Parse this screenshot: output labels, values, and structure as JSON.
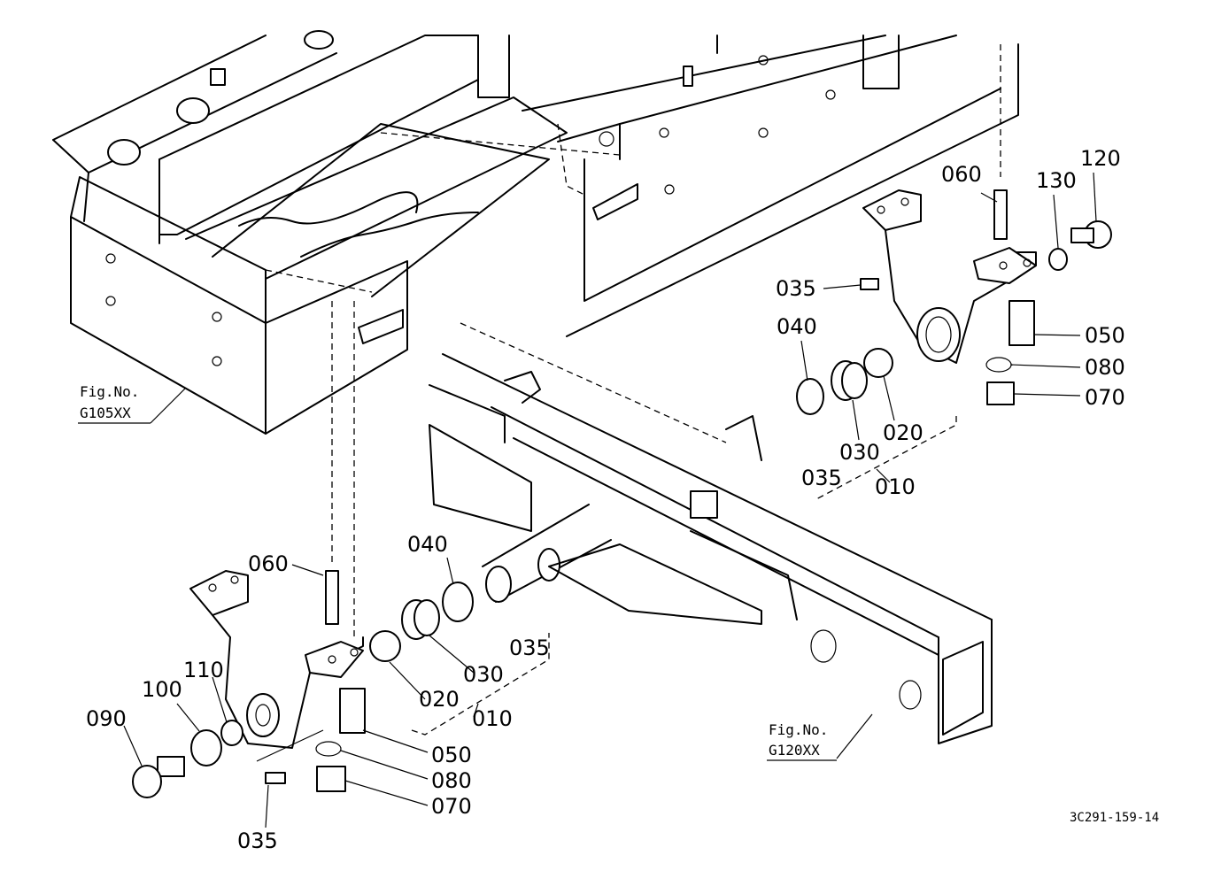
{
  "drawing_code": "3C291-159-14",
  "figure_refs": {
    "upper": {
      "title": "Fig.No.",
      "number": "G105XX"
    },
    "lower": {
      "title": "Fig.No.",
      "number": "G120XX"
    }
  },
  "callouts": {
    "right_assembly": {
      "p060": "060",
      "p130": "130",
      "p120": "120",
      "p035a": "035",
      "p040": "040",
      "p050": "050",
      "p080": "080",
      "p070": "070",
      "p020": "020",
      "p030": "030",
      "p035b": "035",
      "p010": "010"
    },
    "left_assembly": {
      "p060": "060",
      "p040": "040",
      "p035a": "035",
      "p030": "030",
      "p110": "110",
      "p100": "100",
      "p090": "090",
      "p020": "020",
      "p010": "010",
      "p050": "050",
      "p080": "080",
      "p070": "070",
      "p035b": "035"
    }
  }
}
